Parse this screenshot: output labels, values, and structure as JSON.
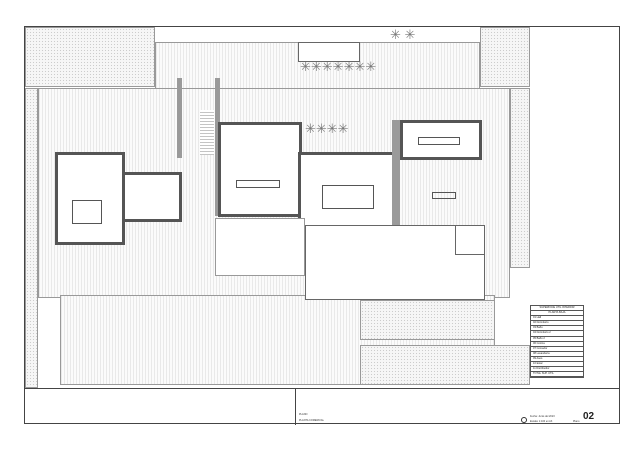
{
  "plan_number": "02",
  "area_table": {
    "title": "SUPERFICIE ÚTIL INTERIOR",
    "subtitle": "PLANTA BAJA",
    "rows": [
      "01 Hall",
      "02 Dormitorio",
      "03 Baño",
      "04 Dormitorio 2",
      "05 Baño 2",
      "06 Cocina",
      "07 Comedor",
      "08 Lavandería",
      "09 Aseo",
      "10 Estar",
      "11 Distribuidor"
    ],
    "total_label": "TOTAL SUP. ÚTIL"
  },
  "title_block": {
    "label_plan": "PLANO",
    "plan_name": "PLANTA COMERCIAL",
    "date": "Fecha: Junio del 2023",
    "scale": "Escala: 1:100 en A3",
    "plan_label": "Plano"
  },
  "colors": {
    "walls": "#555555",
    "paving": "#e9e9e9"
  }
}
